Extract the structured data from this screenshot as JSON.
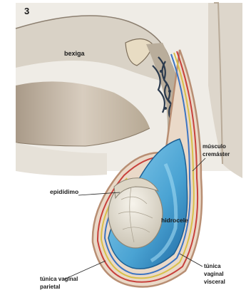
{
  "figure": {
    "number": "3"
  },
  "labels": {
    "bladder": "bexiga",
    "cremaster": [
      "músculo",
      "cremáster"
    ],
    "epididymis": "epidídimo",
    "hydrocele": "hidrocele",
    "parietal": [
      "túnica vaginal",
      "parietal"
    ],
    "visceral": [
      "túnica",
      "vaginal",
      "visceral"
    ]
  },
  "colors": {
    "background": "#ffffff",
    "panel": "#ece8df",
    "muscle": "#cfc3b4",
    "fluid": "#5aaed6",
    "fluid_dark": "#2f7fb5",
    "testis": "#e9e5da",
    "vessels": "#2b3a4d",
    "red_layer": "#c8413c",
    "yellow_layer": "#d8c04a",
    "blue_layer": "#3d74c2"
  }
}
